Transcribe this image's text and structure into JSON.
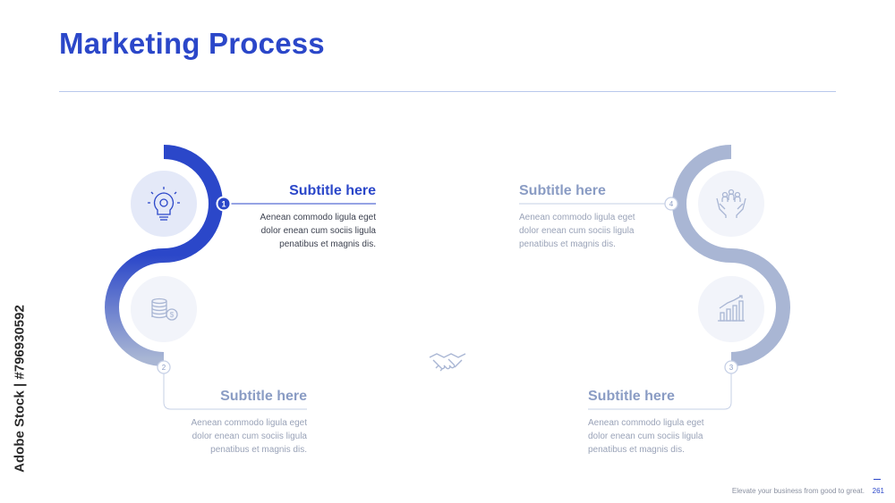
{
  "title": "Marketing Process",
  "steps": [
    {
      "num": "1",
      "subtitle": "Subtitle here",
      "text": "Aenean commodo ligula eget dolor enean cum sociis ligula penatibus et magnis dis.",
      "icon": "lightbulb-gear-icon"
    },
    {
      "num": "2",
      "subtitle": "Subtitle here",
      "text": "Aenean commodo ligula eget dolor enean cum sociis ligula penatibus et magnis dis.",
      "icon": "coins-icon"
    },
    {
      "num": "3",
      "subtitle": "Subtitle here",
      "text": "Aenean commodo ligula eget dolor enean cum sociis ligula penatibus et magnis dis.",
      "icon": "bar-chart-icon"
    },
    {
      "num": "4",
      "subtitle": "Subtitle here",
      "text": "Aenean commodo ligula eget dolor enean cum sociis ligula penatibus et magnis dis.",
      "icon": "team-hands-icon"
    }
  ],
  "center_icon": "handshake-icon",
  "watermark": "Adobe Stock | #796930592",
  "footer": {
    "tagline": "Elevate your business from good to great.",
    "page": "261"
  },
  "colors": {
    "accent": "#2b47c9",
    "muted": "#a9b6d4",
    "circle": "#e9edf8"
  }
}
